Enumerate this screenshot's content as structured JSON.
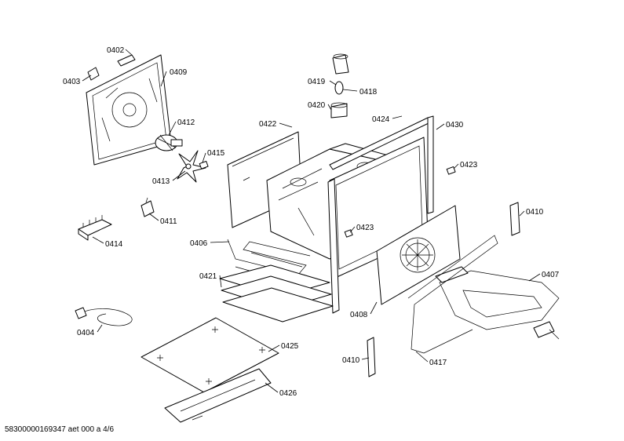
{
  "labels": {
    "p0402": "0402",
    "p0403": "0403",
    "p0409": "0409",
    "p0412": "0412",
    "p0415": "0415",
    "p0413": "0413",
    "p0411": "0411",
    "p0414": "0414",
    "p0406": "0406",
    "p0421": "0421",
    "p0404": "0404",
    "p0422": "0422",
    "p0419": "0419",
    "p0418": "0418",
    "p0420": "0420",
    "p0424": "0424",
    "p0430": "0430",
    "p0423a": "0423",
    "p0423b": "0423",
    "p0410a": "0410",
    "p0407": "0407",
    "p0408": "0408",
    "p0417": "0417",
    "p0410b": "0410",
    "p0425": "0425",
    "p0426": "0426"
  },
  "footer": "58300000169347 aet 000 a 4/6"
}
